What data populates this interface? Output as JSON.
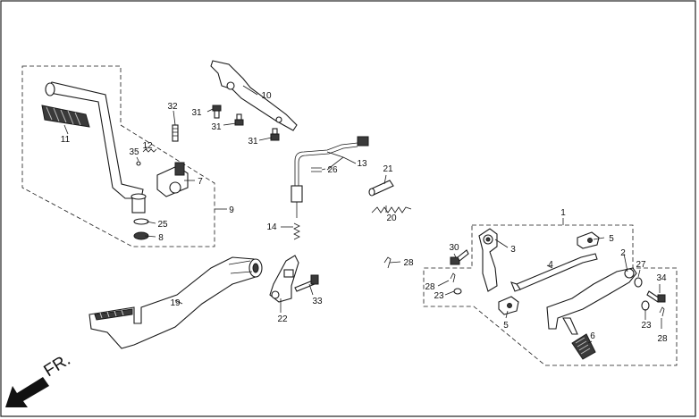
{
  "direction_label": "FR.",
  "callouts": [
    {
      "id": "c1",
      "text": "1"
    },
    {
      "id": "c2",
      "text": "2"
    },
    {
      "id": "c3",
      "text": "3"
    },
    {
      "id": "c4",
      "text": "4"
    },
    {
      "id": "c5a",
      "text": "5"
    },
    {
      "id": "c5b",
      "text": "5"
    },
    {
      "id": "c6",
      "text": "6"
    },
    {
      "id": "c7",
      "text": "7"
    },
    {
      "id": "c8",
      "text": "8"
    },
    {
      "id": "c9",
      "text": "9"
    },
    {
      "id": "c10",
      "text": "10"
    },
    {
      "id": "c11",
      "text": "11"
    },
    {
      "id": "c12",
      "text": "12"
    },
    {
      "id": "c13",
      "text": "13"
    },
    {
      "id": "c14",
      "text": "14"
    },
    {
      "id": "c19",
      "text": "19"
    },
    {
      "id": "c20",
      "text": "20"
    },
    {
      "id": "c21",
      "text": "21"
    },
    {
      "id": "c22",
      "text": "22"
    },
    {
      "id": "c23a",
      "text": "23"
    },
    {
      "id": "c23b",
      "text": "23"
    },
    {
      "id": "c25",
      "text": "25"
    },
    {
      "id": "c26",
      "text": "26"
    },
    {
      "id": "c27",
      "text": "27"
    },
    {
      "id": "c28a",
      "text": "28"
    },
    {
      "id": "c28b",
      "text": "28"
    },
    {
      "id": "c28c",
      "text": "28"
    },
    {
      "id": "c30",
      "text": "30"
    },
    {
      "id": "c31a",
      "text": "31"
    },
    {
      "id": "c31b",
      "text": "31"
    },
    {
      "id": "c31c",
      "text": "31"
    },
    {
      "id": "c32",
      "text": "32"
    },
    {
      "id": "c33",
      "text": "33"
    },
    {
      "id": "c34",
      "text": "34"
    },
    {
      "id": "c35",
      "text": "35"
    }
  ]
}
